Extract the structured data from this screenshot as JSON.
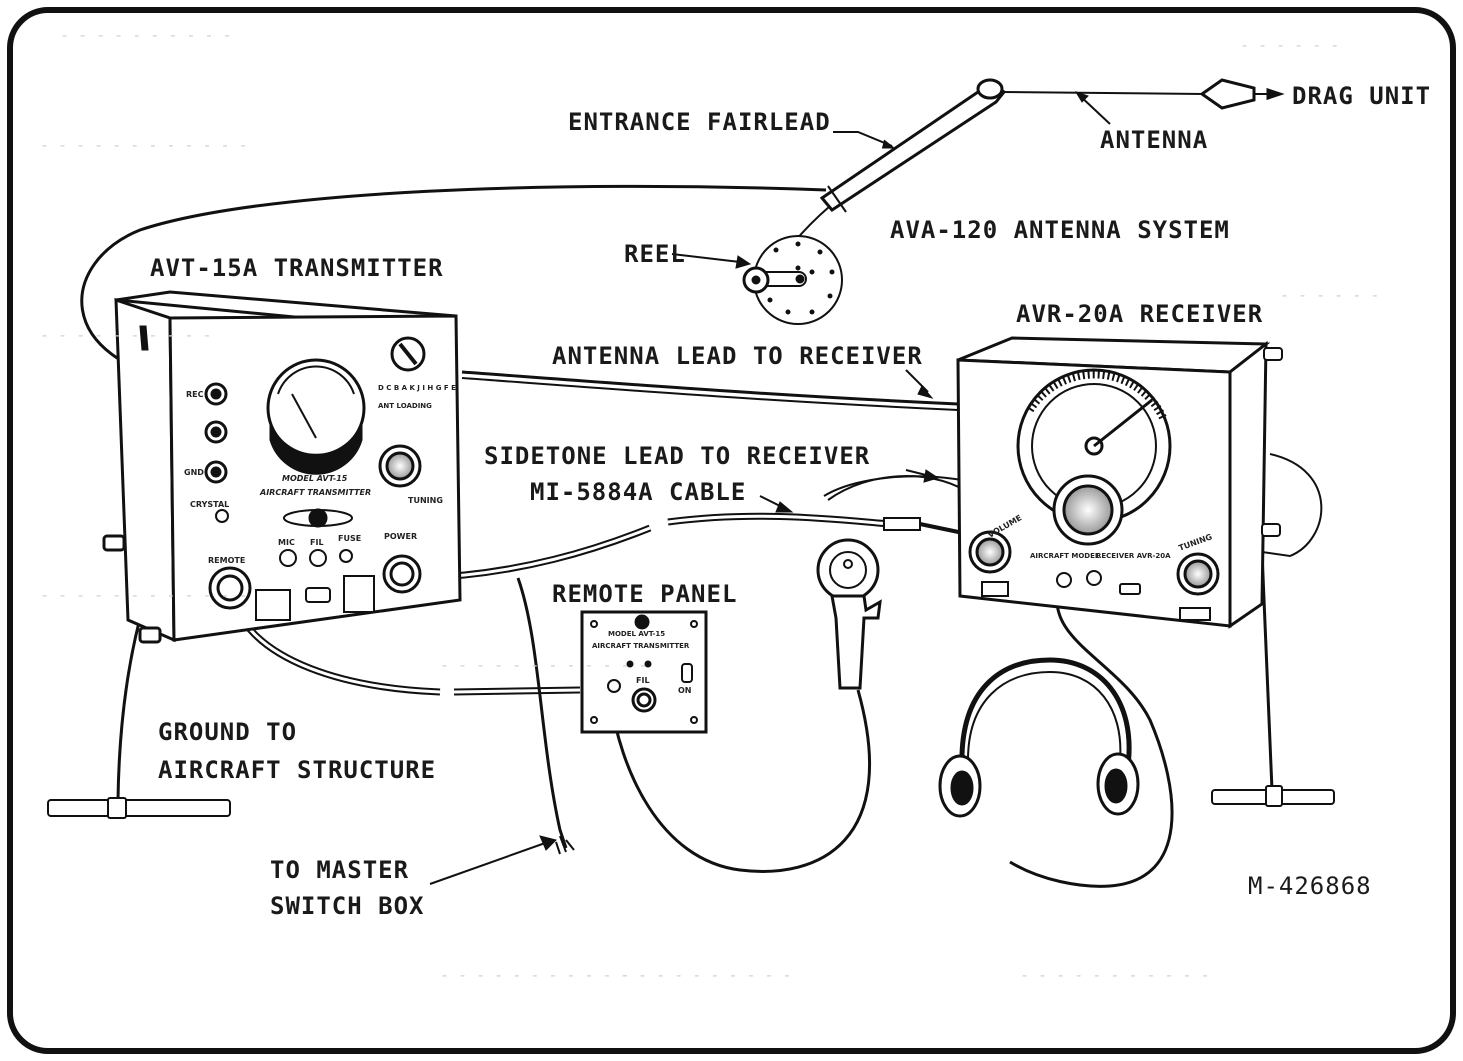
{
  "figure_id": "M-426868",
  "labels": {
    "entrance_fairlead": "ENTRANCE FAIRLEAD",
    "drag_unit": "DRAG UNIT",
    "antenna": "ANTENNA",
    "ava_system": "AVA-120 ANTENNA SYSTEM",
    "reel": "REEL",
    "avt_transmitter": "AVT-15A TRANSMITTER",
    "avr_receiver": "AVR-20A RECEIVER",
    "antenna_lead": "ANTENNA LEAD TO RECEIVER",
    "sidetone_lead": "SIDETONE LEAD TO RECEIVER",
    "cable": "MI-5884A CABLE",
    "remote_panel": "REMOTE PANEL",
    "ground_line1": "GROUND TO",
    "ground_line2": "AIRCRAFT STRUCTURE",
    "master_line1": "TO MASTER",
    "master_line2": "SWITCH BOX"
  },
  "transmitter_panel": {
    "rec": "REC",
    "gnd": "GND",
    "crystal": "CRYSTAL",
    "ant_loading": "ANT LOADING",
    "loading_letters": "D C B A K J I H G F E",
    "model": "MODEL AVT-15",
    "name": "AIRCRAFT TRANSMITTER",
    "tuning": "TUNING",
    "mic": "MIC",
    "fil": "FIL",
    "fuse": "FUSE",
    "power": "POWER",
    "remote": "REMOTE"
  },
  "receiver_panel": {
    "volume": "VOLUME",
    "aircraft_model": "AIRCRAFT MODEL",
    "receiver_model": "RECEIVER AVR-20A",
    "tuning": "TUNING"
  },
  "remote_panel_face": {
    "model": "MODEL AVT-15",
    "name": "AIRCRAFT TRANSMITTER",
    "fil": "FIL",
    "on": "ON"
  }
}
